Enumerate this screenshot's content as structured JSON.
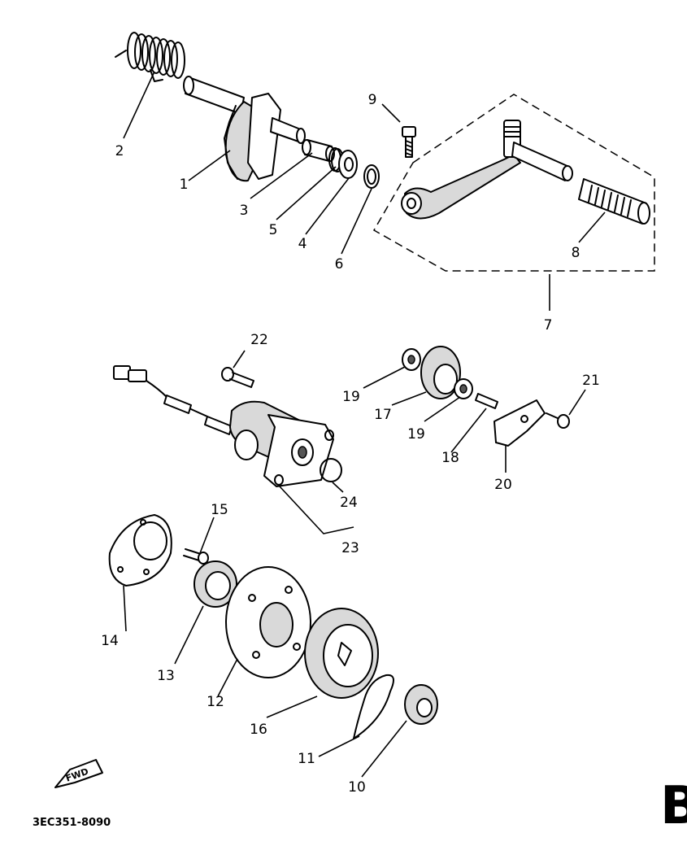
{
  "diagram": {
    "part_labels": {
      "p1": "1",
      "p2": "2",
      "p3": "3",
      "p4": "4",
      "p5": "5",
      "p6": "6",
      "p7": "7",
      "p8": "8",
      "p9": "9",
      "p10": "10",
      "p11": "11",
      "p12": "12",
      "p13": "13",
      "p14": "14",
      "p15": "15",
      "p16": "16",
      "p17": "17",
      "p18": "18",
      "p19a": "19",
      "p19b": "19",
      "p20": "20",
      "p21": "21",
      "p22": "22",
      "p23": "23",
      "p24": "24"
    },
    "fwd_label": "FWD",
    "diagram_code": "3EC351-8090",
    "section_letter": "B"
  }
}
